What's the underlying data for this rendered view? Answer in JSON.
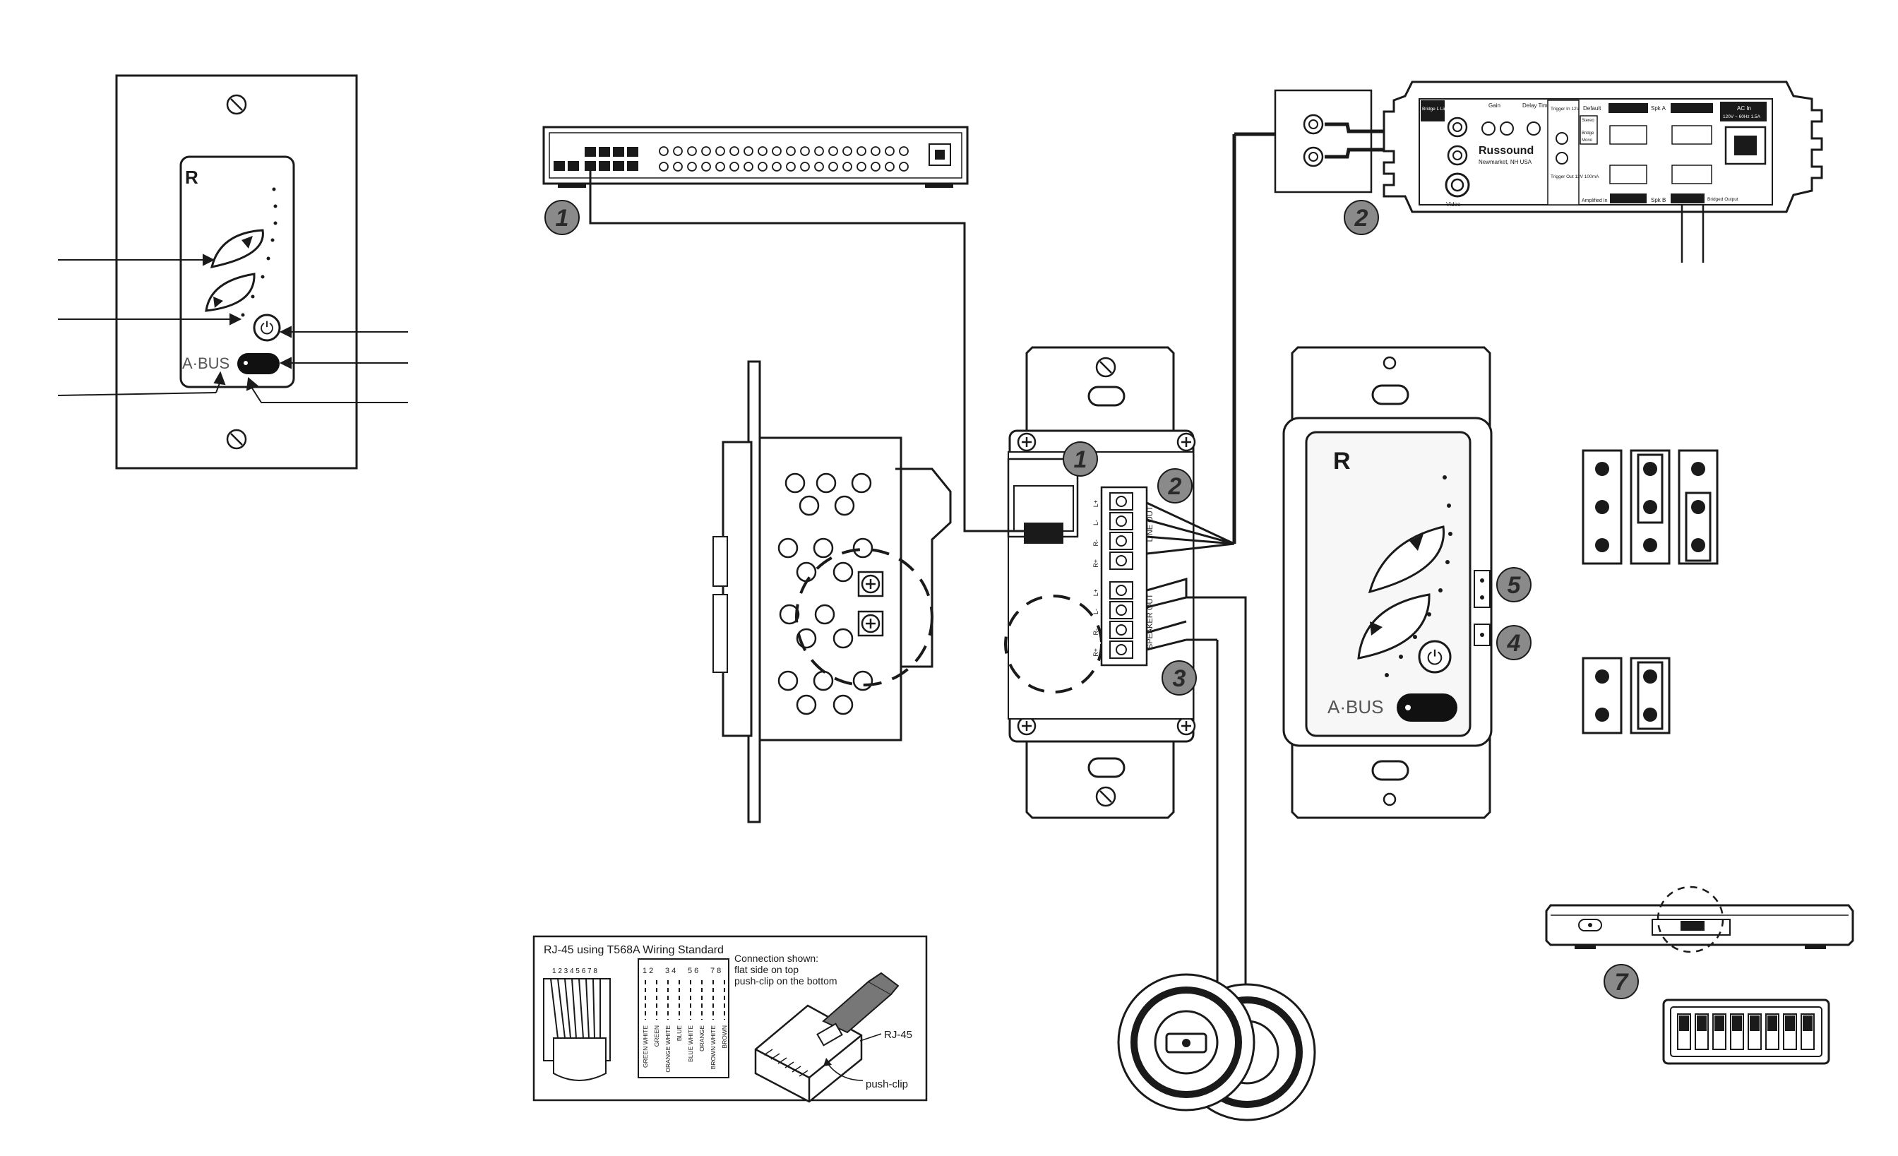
{
  "colors": {
    "ink": "#1a1a1a",
    "panel_gray": "#d9d9d9",
    "badge_fill": "#8a8a8a",
    "badge_text": "#2a2a2a",
    "keypad_face": "#f7f7f7",
    "button_black": "#111111"
  },
  "badges": {
    "source_one": "1",
    "amp_two": "2",
    "module_one": "1",
    "module_two": "2",
    "module_three": "3",
    "side_five": "5",
    "side_four": "4",
    "hub_seven": "7"
  },
  "keypad": {
    "brand_mark": "R",
    "bus_label": "A·BUS",
    "power_symbol": "⏻"
  },
  "amplifier": {
    "brand": "Russound",
    "location": "Newmarket, NH USA",
    "bridge_input": "Bridge L Line In L",
    "gain": "Gain",
    "delay_time": "Delay Time",
    "trigger_in": "Trigger In 12V",
    "trigger_out": "Trigger Out 12V 100mA",
    "default": "Default",
    "stereo": "Stereo",
    "bridge": "Bridge",
    "mono": "Mono",
    "video": "Video",
    "amplified_in": "Amplified In",
    "spk_a": "Spk A",
    "spk_b": "Spk B",
    "bridged_output": "Bridged Output",
    "ac_in": "AC In",
    "ac_rating": "120V ~ 60Hz 1.5A"
  },
  "module": {
    "line_out": "LINE OUT",
    "speaker_out": "SPEAKER OUT",
    "terminals": [
      "L+",
      "L-",
      "R-",
      "R+",
      "L+",
      "L-",
      "R-",
      "R+"
    ]
  },
  "rj45": {
    "title": "RJ-45 using T568A  Wiring Standard",
    "pin_numbers": "1 2 3 4 5 6 7 8",
    "pair_labels": [
      "1 2",
      "3 4",
      "5 6",
      "7 8"
    ],
    "wire_labels": [
      "GREEN WHITE",
      "GREEN",
      "ORANGE WHITE",
      "BLUE",
      "BLUE WHITE",
      "ORANGE",
      "BROWN WHITE",
      "BROWN"
    ],
    "connection_line1": "Connection shown:",
    "connection_line2": "flat side on top",
    "connection_line3": "push-clip on the bottom",
    "connector_label": "RJ-45",
    "clip_label": "push-clip"
  }
}
